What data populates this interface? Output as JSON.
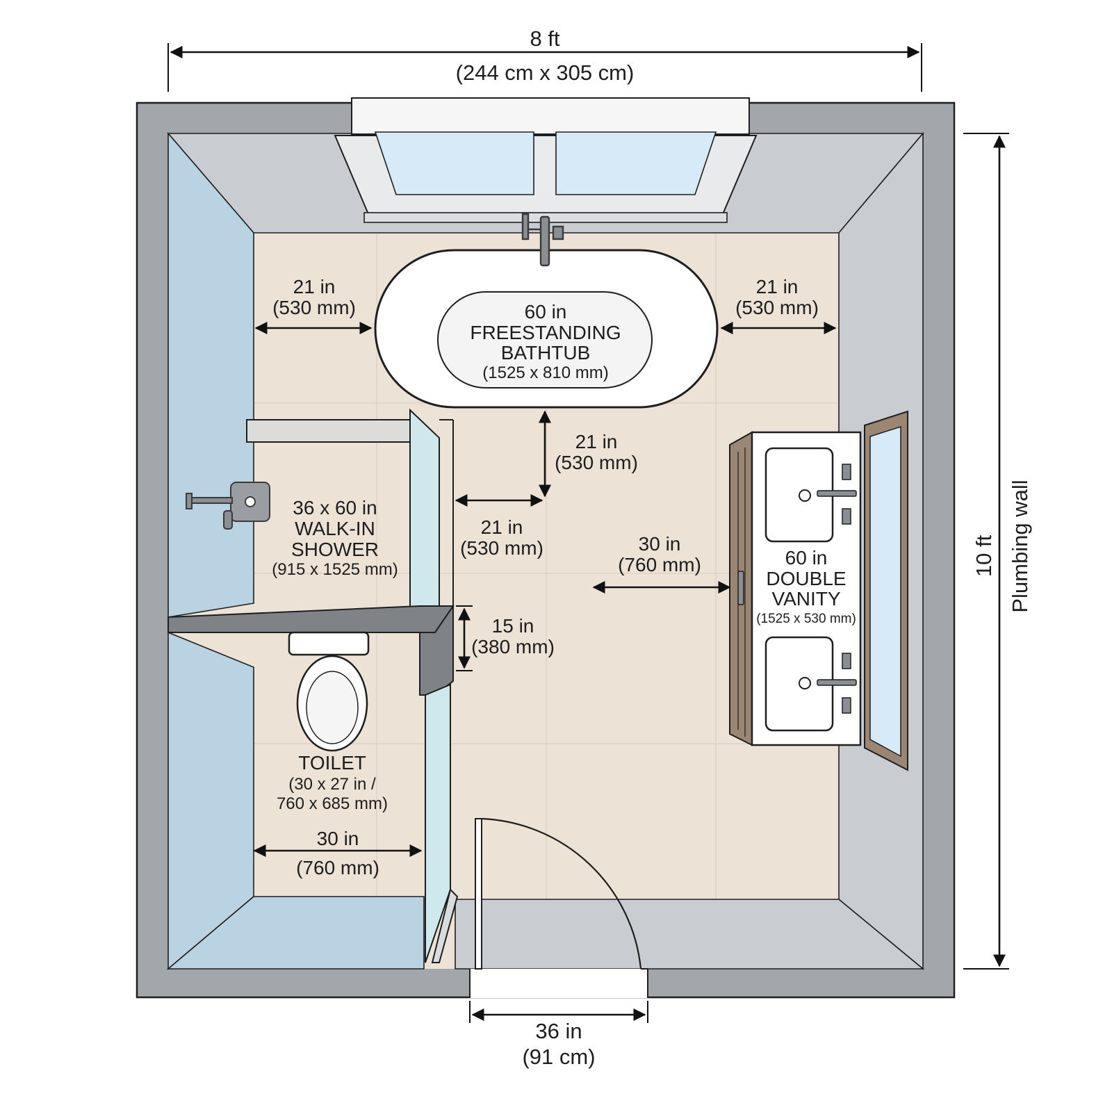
{
  "colors": {
    "wall": "#a3a6aa",
    "wall_dark": "#7f8388",
    "wall_side": "#c9ccd0",
    "floor": "#ece2d6",
    "wet_wall": "#b9d3e3",
    "glass": "#cfe8ee",
    "window_glass": "#d6ebf7",
    "wood": "#9a8672",
    "outline": "#1e1e1e",
    "fixture": "#ffffff"
  },
  "overall": {
    "width_label": "8 ft",
    "size_label": "(244 cm x 305 cm)",
    "height_label": "10 ft",
    "wall_label": "Plumbing wall"
  },
  "bathtub": {
    "line1": "60 in",
    "line2": "FREESTANDING",
    "line3": "BATHTUB",
    "line4": "(1525 x 810 mm)"
  },
  "shower": {
    "line1": "36 x 60 in",
    "line2": "WALK-IN",
    "line3": "SHOWER",
    "line4": "(915 x 1525 mm)"
  },
  "toilet": {
    "line1": "TOILET",
    "line2": "(30 x 27 in /",
    "line3": "760 x 685 mm)"
  },
  "vanity": {
    "line1": "60 in",
    "line2": "DOUBLE",
    "line3": "VANITY",
    "line4": "(1525 x 530 mm)"
  },
  "dimensions": {
    "tub_left": {
      "in": "21 in",
      "mm": "(530 mm)"
    },
    "tub_right": {
      "in": "21 in",
      "mm": "(530 mm)"
    },
    "tub_below": {
      "in": "21 in",
      "mm": "(530 mm)"
    },
    "shower_side": {
      "in": "21 in",
      "mm": "(530 mm)"
    },
    "vanity_clear": {
      "in": "30 in",
      "mm": "(760 mm)"
    },
    "partition": {
      "in": "15 in",
      "mm": "(380 mm)"
    },
    "toilet_width": {
      "in": "30 in",
      "mm": "(760 mm)"
    },
    "door": {
      "in": "36 in",
      "mm": "(91 cm)"
    }
  }
}
